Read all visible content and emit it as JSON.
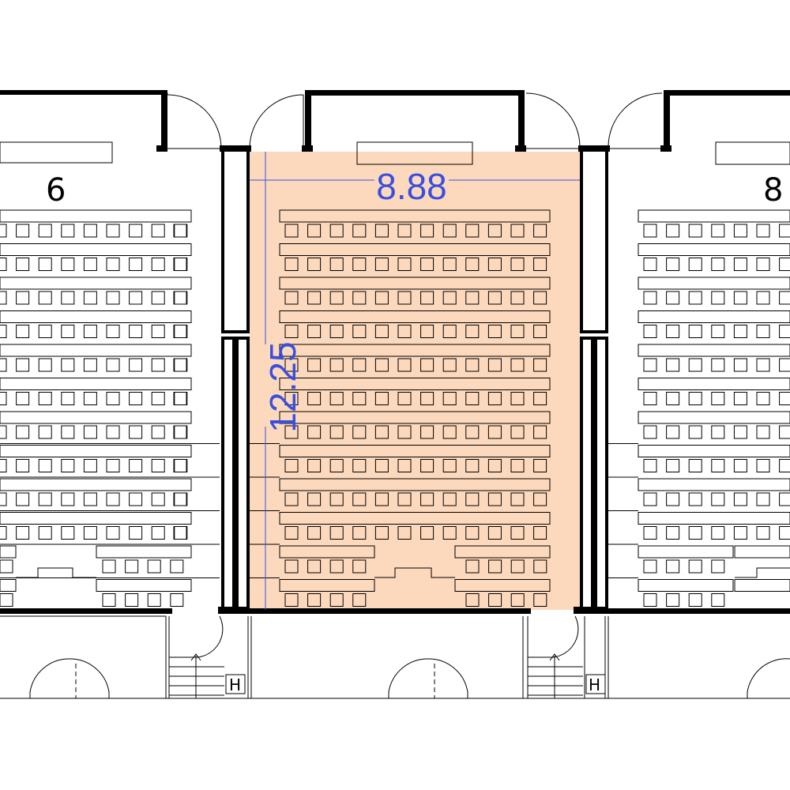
{
  "rooms": [
    {
      "label": "6",
      "highlighted": false
    },
    {
      "label": "",
      "highlighted": true
    },
    {
      "label": "8",
      "highlighted": false
    }
  ],
  "dimensions": {
    "width": "8.88",
    "depth": "12.25"
  },
  "stair_symbol": "H",
  "colors": {
    "highlight": "#fcd9bd",
    "dimension": "#3a4fe0",
    "wall": "#000000"
  },
  "seating": {
    "full_rows": 10,
    "split_rows": 2
  }
}
